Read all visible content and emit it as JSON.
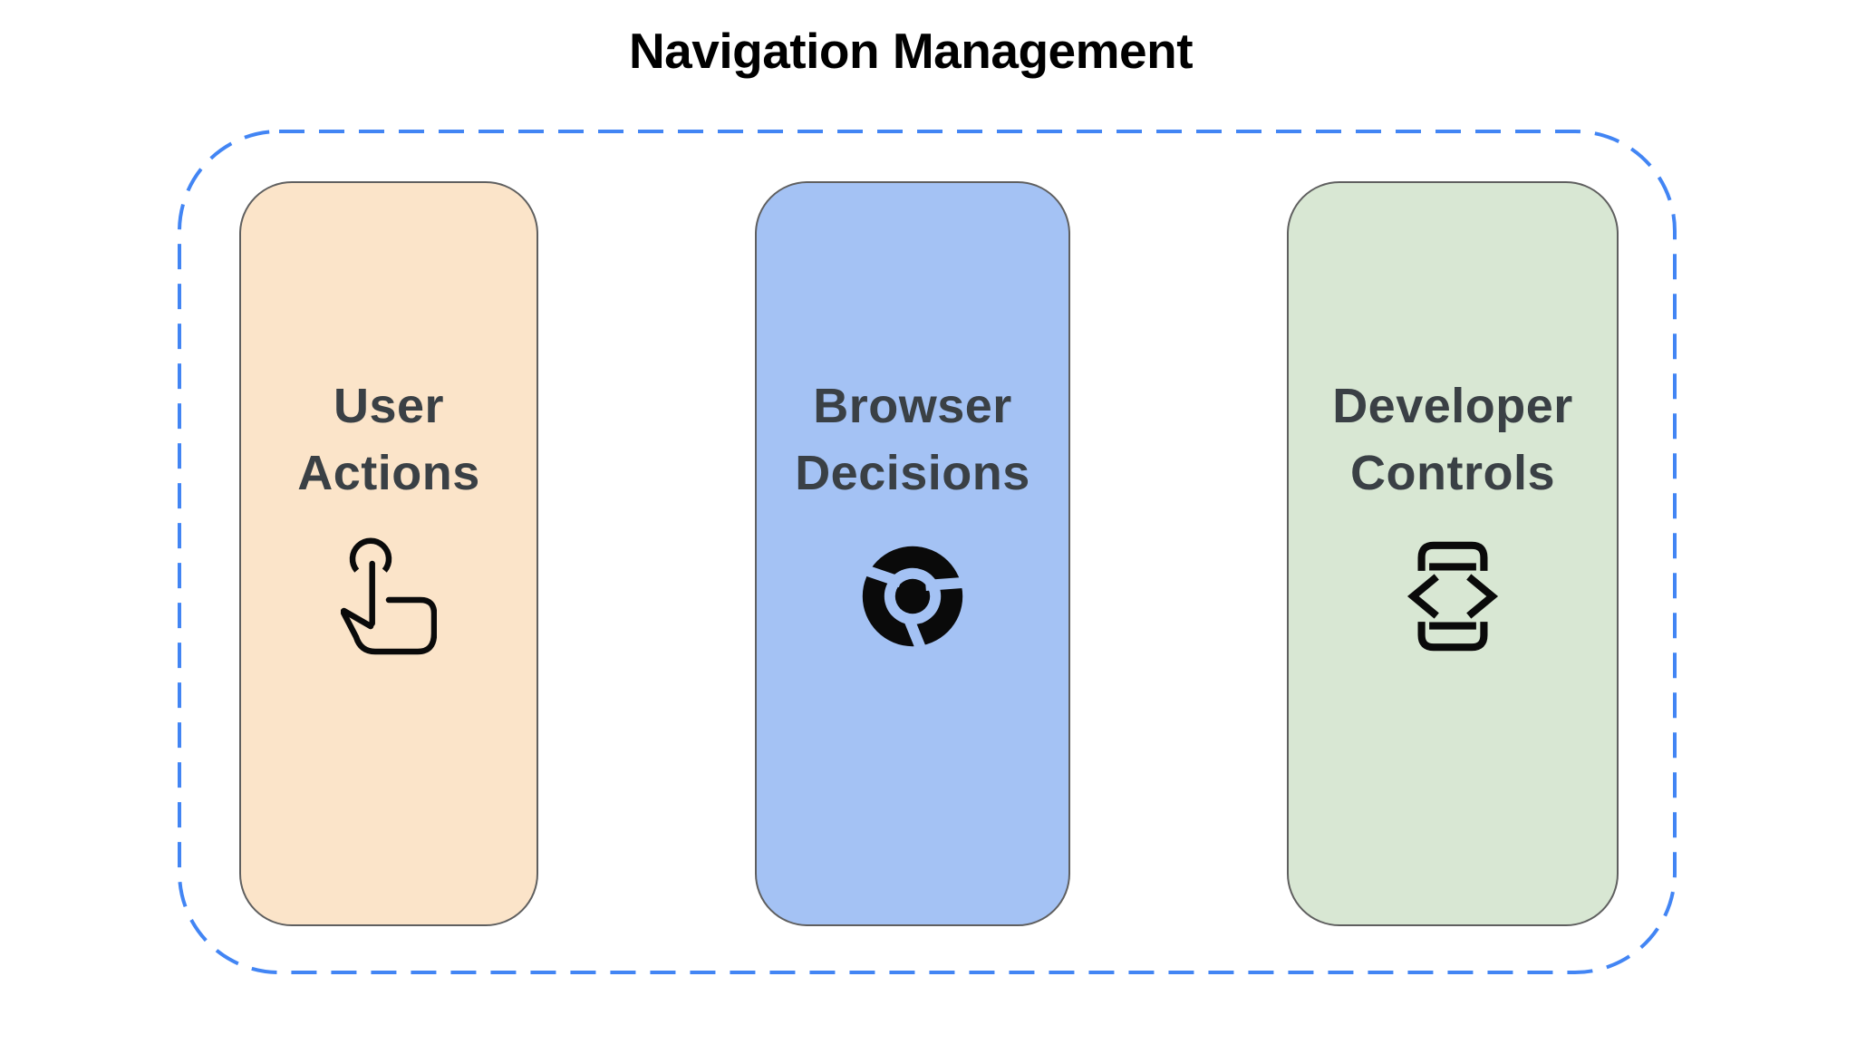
{
  "page": {
    "background": "#ffffff"
  },
  "title": {
    "text": "Navigation Management",
    "color": "#000000"
  },
  "group": {
    "name": "navigation-management-group",
    "border_color": "#4285F4",
    "border_style": "dashed"
  },
  "cards": [
    {
      "name": "user-actions",
      "label": "User Actions",
      "label_lines": [
        "User",
        "Actions"
      ],
      "background": "#FBE4C9",
      "border_color": "#5f5f5f",
      "text_color": "#3A4045",
      "icon": "tap-gesture-icon",
      "icon_color": "#0a0a0a"
    },
    {
      "name": "browser-decisions",
      "label": "Browser Decisions",
      "label_lines": [
        "Browser",
        "Decisions"
      ],
      "background": "#A4C2F4",
      "border_color": "#5f5f5f",
      "text_color": "#3A4045",
      "icon": "chrome-browser-icon",
      "icon_color": "#0a0a0a"
    },
    {
      "name": "developer-controls",
      "label": "Developer Controls",
      "label_lines": [
        "Developer",
        "Controls"
      ],
      "background": "#D8E7D3",
      "border_color": "#5f5f5f",
      "text_color": "#3A4045",
      "icon": "developer-mode-icon",
      "icon_color": "#0a0a0a"
    }
  ]
}
